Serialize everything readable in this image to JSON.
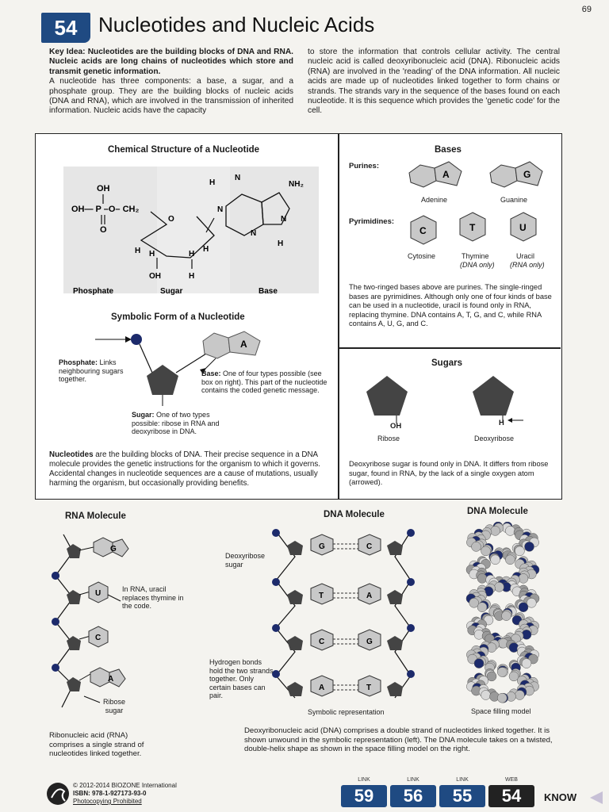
{
  "page_number": "69",
  "header": {
    "chapter_number": "54",
    "title": "Nucleotides and Nucleic Acids"
  },
  "intro": {
    "key_label": "Key Idea:",
    "key_text": "Nucleotides are the building blocks of DNA and RNA. Nucleic acids are long chains of nucleotides which store and transmit genetic information.",
    "left_text": "A nucleotide has three components: a base, a sugar, and a phosphate group. They are the building blocks of nucleic acids (DNA and RNA), which are involved in the transmission of inherited information. Nucleic acids have the capacity",
    "right_text": "to store the information that controls cellular activity. The central nucleic acid is called deoxyribonucleic acid (DNA). Ribonucleic acids (RNA) are involved in the 'reading' of the DNA information. All nucleic acids are made up of nucleotides linked together to form chains or strands. The strands vary in the sequence of the bases found on each nucleotide. It is this sequence which provides the 'genetic code' for the cell."
  },
  "chem": {
    "title": "Chemical Structure of a Nucleotide",
    "phosphate": "Phosphate",
    "sugar": "Sugar",
    "base": "Base",
    "oh": "OH",
    "po_line": "OH— P –O– CH₂",
    "o": "O",
    "nh2": "NH₂",
    "n": "N",
    "h": "H"
  },
  "symbolic": {
    "title": "Symbolic Form of a Nucleotide",
    "phosphate_label": "Phosphate:",
    "phosphate_text": "Links neighbouring sugars together.",
    "base_label": "Base:",
    "base_text": "One of four types possible (see box on right). This part of the nucleotide contains the coded genetic message.",
    "sugar_label": "Sugar:",
    "sugar_text": "One of two types possible: ribose in RNA and deoxyribose in DNA.",
    "base_letter": "A",
    "para_bold": "Nucleotides",
    "para_text": "are the building blocks of DNA. Their precise sequence in a DNA molecule provides the genetic instructions for the organism to which it governs. Accidental changes in nucleotide sequences are a cause of mutations, usually harming the organism, but occasionally providing benefits."
  },
  "bases": {
    "title": "Bases",
    "purines_label": "Purines:",
    "pyrimidines_label": "Pyrimidines:",
    "adenine": "Adenine",
    "guanine": "Guanine",
    "cytosine": "Cytosine",
    "thymine": "Thymine",
    "thymine_note": "(DNA only)",
    "uracil": "Uracil",
    "uracil_note": "(RNA only)",
    "letters": {
      "a": "A",
      "g": "G",
      "c": "C",
      "t": "T",
      "u": "U"
    },
    "para": "The two-ringed bases above are purines. The single-ringed bases are pyrimidines. Although only one of four kinds of base can be used in a nucleotide, uracil is found only in RNA, replacing thymine. DNA contains A, T, G, and C, while RNA contains A, U, G, and C."
  },
  "sugars": {
    "title": "Sugars",
    "ribose": "Ribose",
    "deoxyribose": "Deoxyribose",
    "oh": "OH",
    "h": "H",
    "para": "Deoxyribose sugar is found only in DNA. It differs from ribose sugar, found in RNA, by the lack of a single oxygen atom (arrowed)."
  },
  "rna": {
    "title": "RNA Molecule",
    "uracil_note": "In RNA, uracil replaces thymine in the code.",
    "ribose_sugar": "Ribose sugar",
    "caption": "Ribonucleic acid (RNA) comprises a single strand of nucleotides linked together.",
    "bases": [
      "G",
      "U",
      "C",
      "A"
    ]
  },
  "dna_sym": {
    "title": "DNA Molecule",
    "deoxy_label": "Deoxyribose sugar",
    "hbond_label": "Hydrogen bonds hold the two strands together. Only certain bases can pair.",
    "sym_rep": "Symbolic representation",
    "pairs": [
      [
        "G",
        "C"
      ],
      [
        "T",
        "A"
      ],
      [
        "C",
        "G"
      ],
      [
        "A",
        "T"
      ]
    ]
  },
  "dna_fill": {
    "title": "DNA Molecule",
    "label": "Space filling model"
  },
  "dna_caption": "Deoxyribonucleic acid (DNA) comprises a double strand of nucleotides linked together. It is shown unwound in the symbolic representation (left). The DNA molecule takes on a twisted, double-helix shape as shown in the space filling model on the right.",
  "footer": {
    "copyright": "© 2012-2014 BIOZONE International",
    "isbn": "ISBN: 978-1-927173-93-0",
    "photocopy": "Photocopying Prohibited",
    "links": [
      {
        "label": "LINK",
        "num": "59"
      },
      {
        "label": "LINK",
        "num": "56"
      },
      {
        "label": "LINK",
        "num": "55"
      },
      {
        "label": "WEB",
        "num": "54"
      }
    ],
    "know": "KNOW"
  },
  "colors": {
    "accent_blue": "#1f4a82",
    "phosphate_navy": "#1c2a6b",
    "sugar_dark": "#444444",
    "base_gray": "#c8c8c8"
  }
}
